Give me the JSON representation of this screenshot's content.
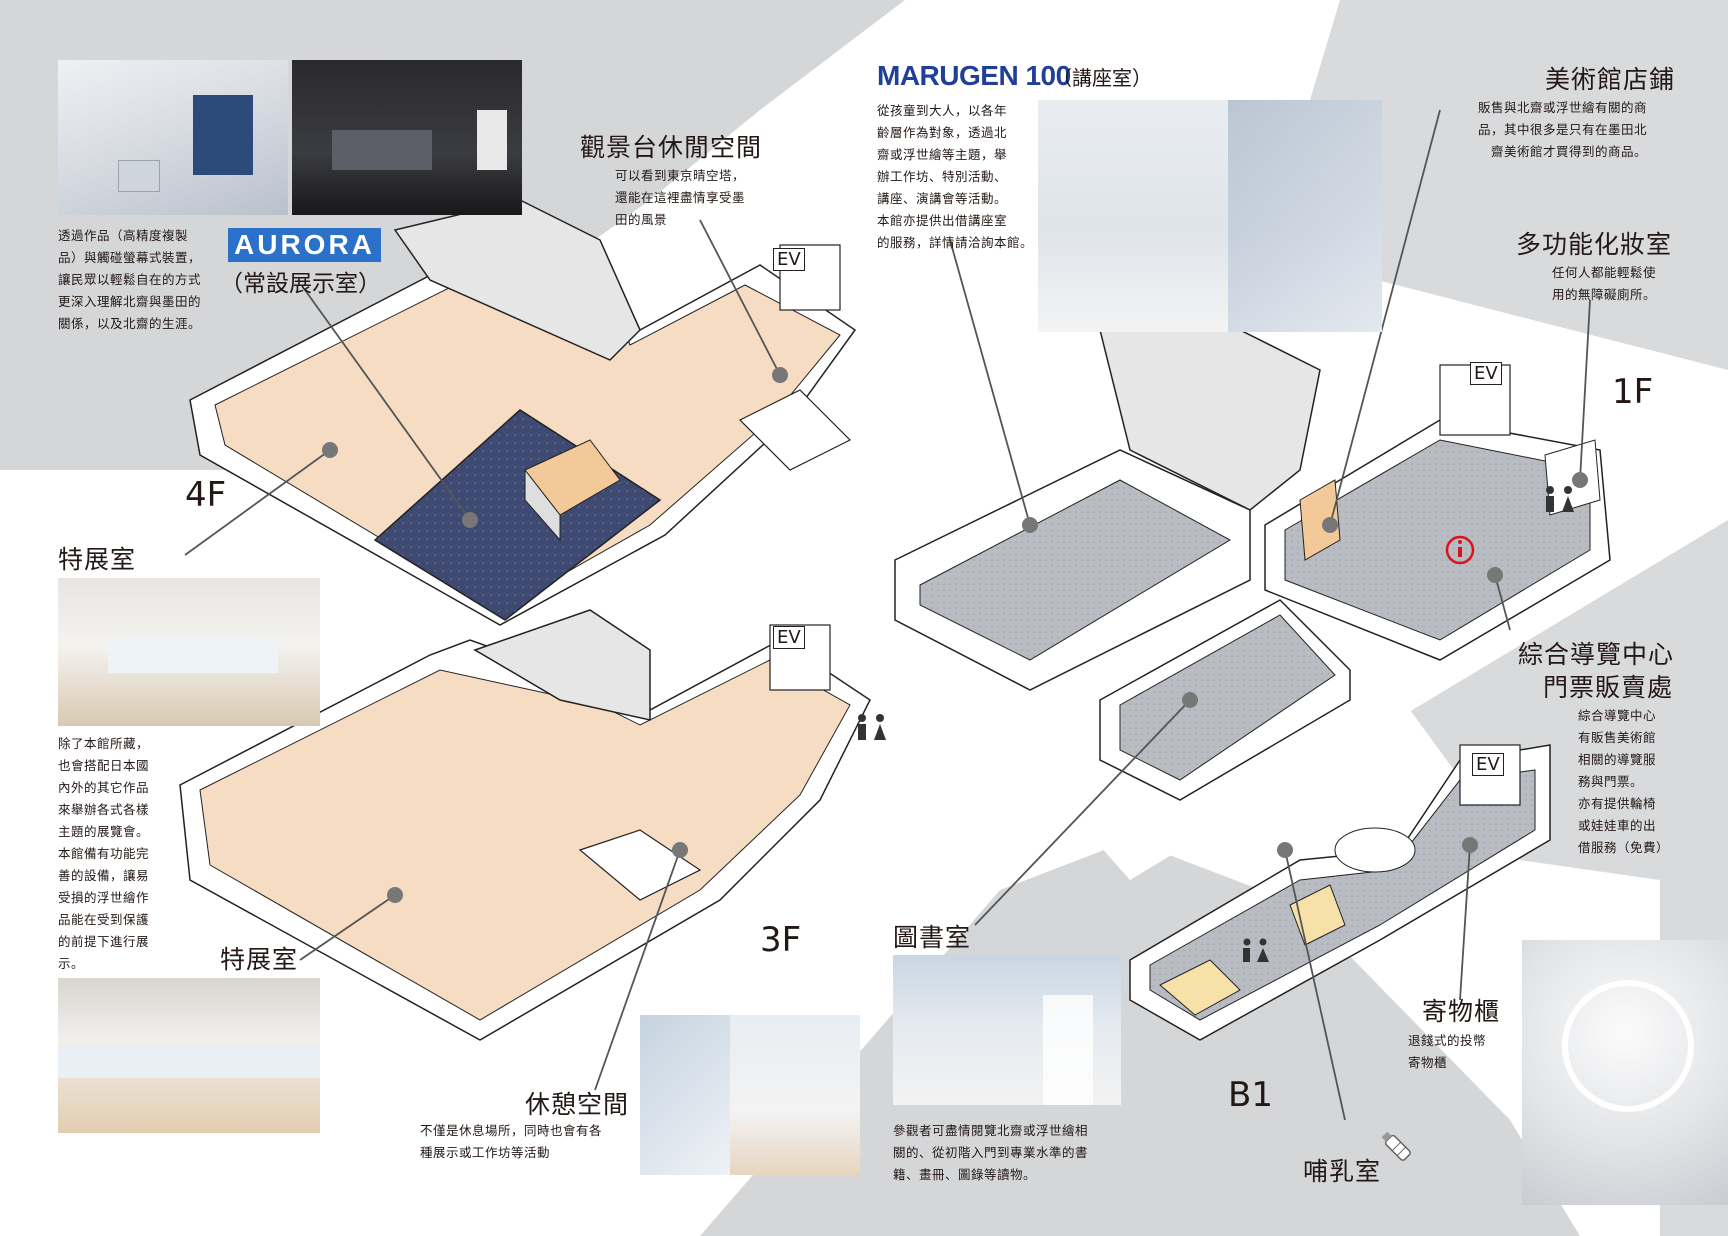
{
  "floors": {
    "f4": "4F",
    "f3": "3F",
    "f1": "1F",
    "b1": "B1",
    "ev": "EV"
  },
  "aurora": {
    "logo": "AURORA",
    "subtitle": "（常設展示室）",
    "desc": [
      "透過作品（高精度複製",
      "品）與觸碰螢幕式裝置，",
      "讓民眾以輕鬆自在的方式",
      "更深入理解北齋與墨田的",
      "關係，以及北齋的生涯。"
    ]
  },
  "observation": {
    "title": "觀景台休閒空間",
    "desc": [
      "可以看到東京晴空塔，",
      "還能在這裡盡情享受墨",
      "田的風景"
    ]
  },
  "marugen": {
    "logo": "MARUGEN 100",
    "subtitle": "（講座室）",
    "desc": [
      "從孩童到大人，以各年",
      "齡層作為對象，透過北",
      "齋或浮世繪等主題，舉",
      "辦工作坊、特別活動、",
      "講座、演講會等活動。",
      "本館亦提供出借講座室",
      "的服務，詳情請洽詢本館。"
    ]
  },
  "shop": {
    "title": "美術館店鋪",
    "desc": [
      "販售與北齋或浮世繪有關的商",
      "品，其中很多是只有在墨田北",
      "齋美術館才買得到的商品。"
    ]
  },
  "powder": {
    "title": "多功能化妝室",
    "desc": [
      "任何人都能輕鬆使",
      "用的無障礙廁所。"
    ]
  },
  "special4": {
    "title": "特展室"
  },
  "special3": {
    "title": "特展室",
    "desc": [
      "除了本館所藏，",
      "也會搭配日本國",
      "內外的其它作品",
      "來舉辦各式各樣",
      "主題的展覽會。",
      "本館備有功能完",
      "善的設備，讓易",
      "受損的浮世繪作",
      "品能在受到保護",
      "的前提下進行展",
      "示。"
    ]
  },
  "info": {
    "title1": "綜合導覽中心",
    "title2": "門票販賣處",
    "desc": [
      "綜合導覽中心",
      "有販售美術館",
      "相關的導覽服",
      "務與門票。",
      "亦有提供輪椅",
      "或娃娃車的出",
      "借服務（免費）"
    ]
  },
  "rest": {
    "title": "休憩空間",
    "desc": [
      "不僅是休息場所，同時也會有各",
      "種展示或工作坊等活動"
    ]
  },
  "library": {
    "title": "圖書室",
    "desc": [
      "參觀者可盡情閱覽北齋或浮世繪相",
      "關的、從初階入門到專業水準的書",
      "籍、畫冊、圖錄等讀物。"
    ]
  },
  "locker": {
    "title": "寄物櫃",
    "desc": [
      "退錢式的投幣",
      "寄物櫃"
    ]
  },
  "nursing": {
    "title": "哺乳室"
  },
  "icons": [
    "toilet-icon",
    "info-icon",
    "baby-bottle-icon",
    "elevator-icon"
  ],
  "colors": {
    "gray_bg": "#d4d6d8",
    "floor_peach": "#f6dcc3",
    "floor_navy": "#3f4a72",
    "floor_gray": "#b9bcc2",
    "marugen_blue": "#1f3f99",
    "aurora_blue": "#2b70c9",
    "info_red": "#d8141c"
  }
}
